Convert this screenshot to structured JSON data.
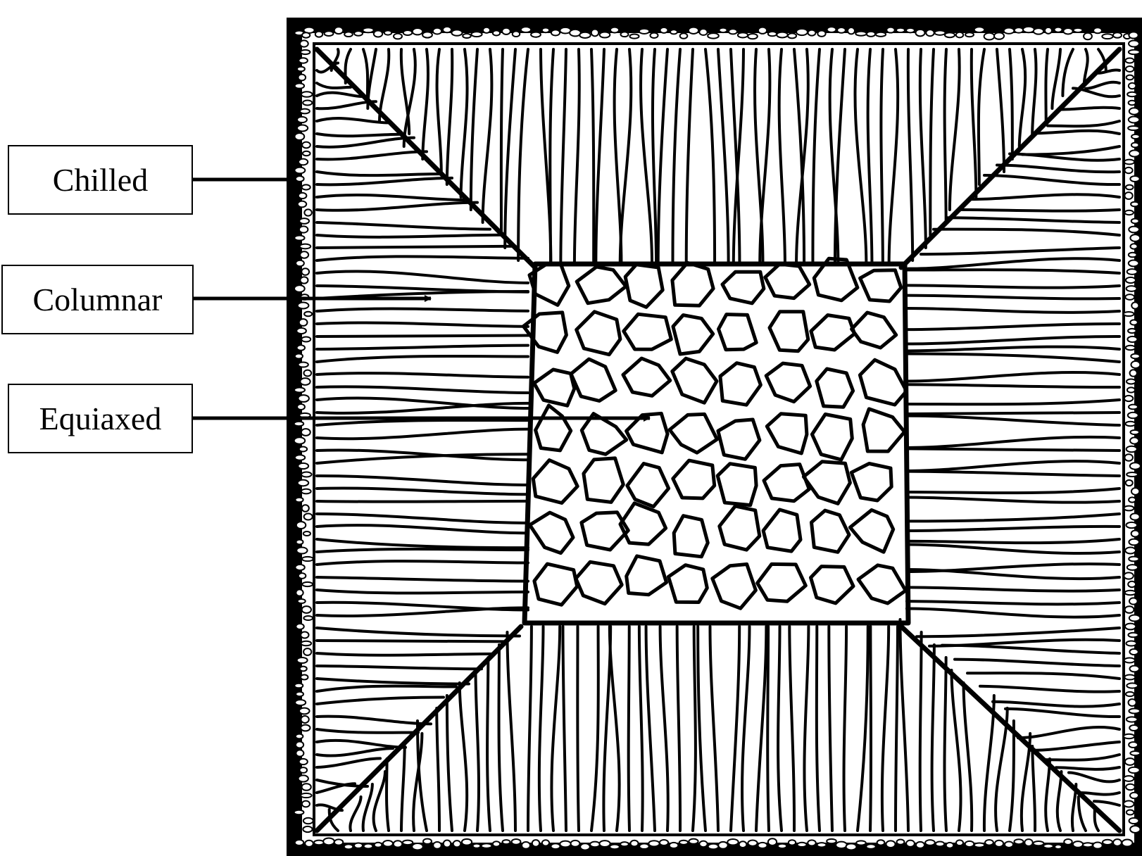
{
  "labels": {
    "chilled": "Chilled",
    "columnar": "Columnar",
    "equiaxed": "Equiaxed"
  },
  "colors": {
    "ink": "#000000",
    "paper": "#ffffff"
  },
  "zones": [
    "chilled-zone",
    "columnar-zone",
    "equiaxed-zone"
  ]
}
